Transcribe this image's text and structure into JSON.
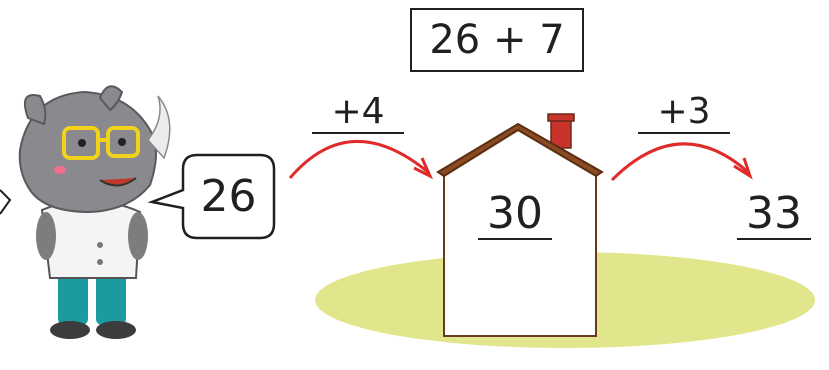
{
  "expression": "26 + 7",
  "steps": [
    {
      "label": "+4"
    },
    {
      "label": "+3"
    }
  ],
  "speech_number": "26",
  "house_number": "30",
  "result_number": "33",
  "colors": {
    "ground": "#e1e68c",
    "arrow": "#e02b2b",
    "roof": "#8a4a22",
    "chimney": "#c8332c",
    "ink": "#231f20"
  }
}
